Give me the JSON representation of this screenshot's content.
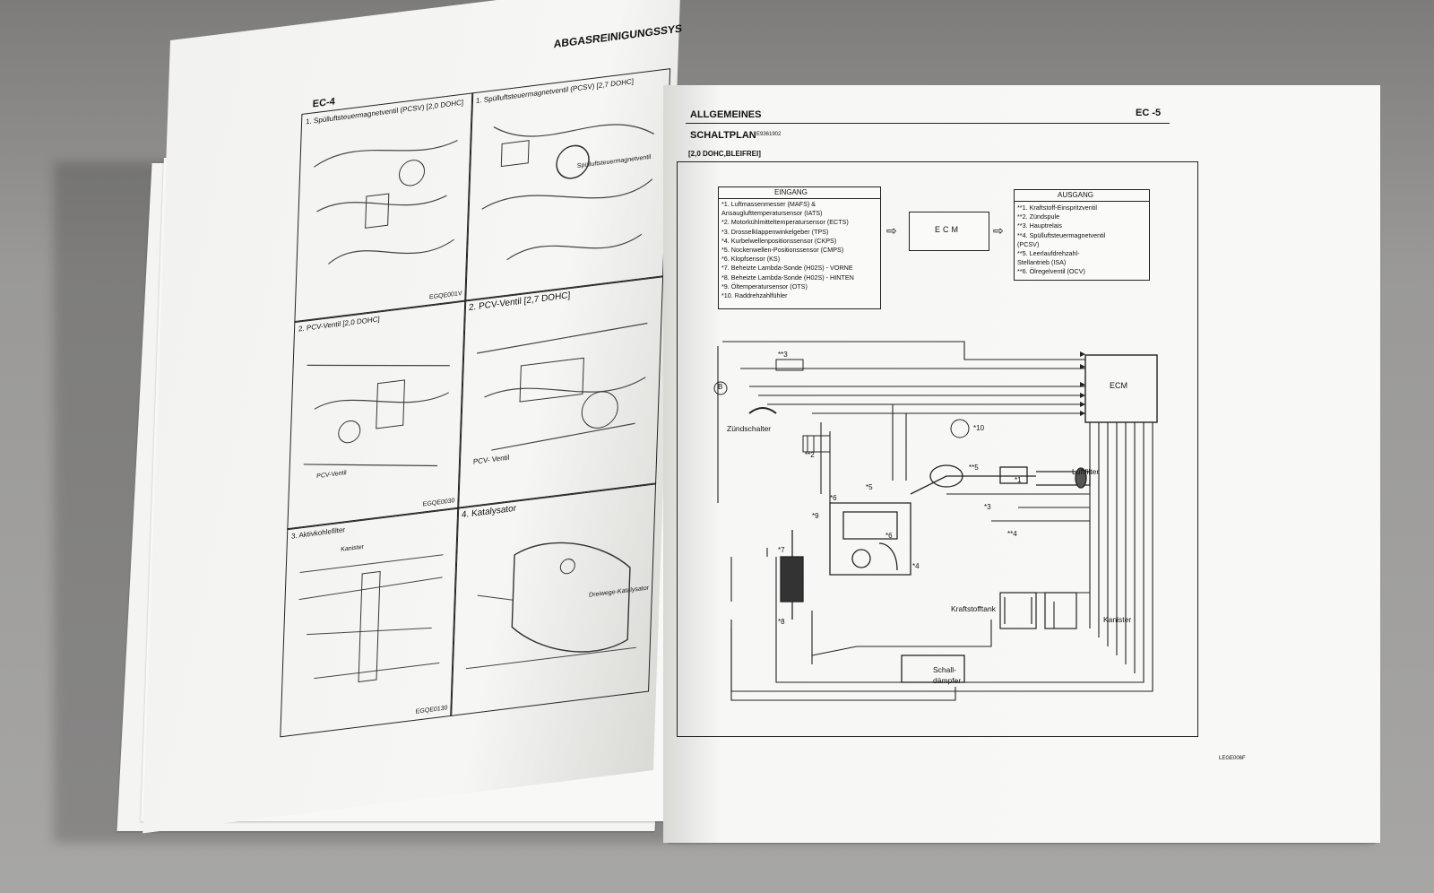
{
  "left_page": {
    "header_left": "EC-4",
    "header_right": "ABGASREINIGUNGSSYS",
    "panels": [
      {
        "title": "1. Spülluftsteuermagnetventil (PCSV) [2,0 DOHC]",
        "code": "EGQE001V"
      },
      {
        "title": "1. Spülluftsteuermagnetventil (PCSV) [2,7 DOHC]",
        "callout": "Spülluftsteuermagnetventil"
      },
      {
        "title": "2. PCV-Ventil [2,0 DOHC]",
        "callout": "PCV-Ventil",
        "code": "EGQE0030"
      },
      {
        "title": "2. PCV-Ventil [2,7 DOHC]",
        "callout": "PCV- Ventil"
      },
      {
        "title": "3. Aktivkohlefilter",
        "callout": "Kanister",
        "code": "EGQE0130"
      },
      {
        "title": "4. Katalysator",
        "callout": "Dreiwege-Katalysator"
      }
    ]
  },
  "right_page": {
    "section": "ALLGEMEINES",
    "page_no": "EC -5",
    "title": "SCHALTPLAN",
    "title_code": "E9361902",
    "subtitle": "[2,0 DOHC,BLEIFREI]",
    "input_header": "EINGANG",
    "inputs": [
      "*1. Luftmassenmesser (MAFS) &",
      "     Ansauglufttemperatursensor (IATS)",
      "*2. Motorkühlmitteltemperatursensor (ECTS)",
      "*3. Drosselklappenwinkelgeber (TPS)",
      "*4. Kurbelwellenpositionssensor (CKPS)",
      "*5. Nockenwellen-Positionssensor (CMPS)",
      "*6. Klopfsensor (KS)",
      "*7. Beheizte Lambda-Sonde (H02S) - VORNE",
      "*8. Beheizte Lambda-Sonde (H02S) - HINTEN",
      "*9. Öltemperatursensor (OTS)",
      "*10. Raddrehzahlfühler"
    ],
    "ecm_label": "ECM",
    "output_header": "AUSGANG",
    "outputs": [
      "**1. Kraftstoff-Einspritzventil",
      "**2. Zündspule",
      "**3. Hauptrelais",
      "**4. Spülluftsteuermagnetventil",
      "       (PCSV)",
      "**5. Leerlaufdrehzahl-",
      "       Stellantrieb (ISA)",
      "**6. Ölregelventil (OCV)"
    ],
    "diagram_labels": {
      "ecm": "ECM",
      "zuendschalter": "Zündschalter",
      "luftfilter": "Luftfilter",
      "kraftstofftank": "Kraftstofftank",
      "kanister": "Kanister",
      "schalldaempfer": "Schall-\ndämpfer",
      "b_terminal": "B",
      "ref_10": "*10",
      "ref_3a": "**3",
      "ref_2": "**2",
      "ref_1": "*1",
      "ref_4": "**4",
      "ref_4b": "*4",
      "ref_5": "*5",
      "ref_5b": "**5",
      "ref_6": "*6",
      "ref_7": "*7",
      "ref_8": "*8",
      "ref_9": "*9",
      "ref_3b": "*3"
    },
    "footer_code": "LEGE006F"
  }
}
